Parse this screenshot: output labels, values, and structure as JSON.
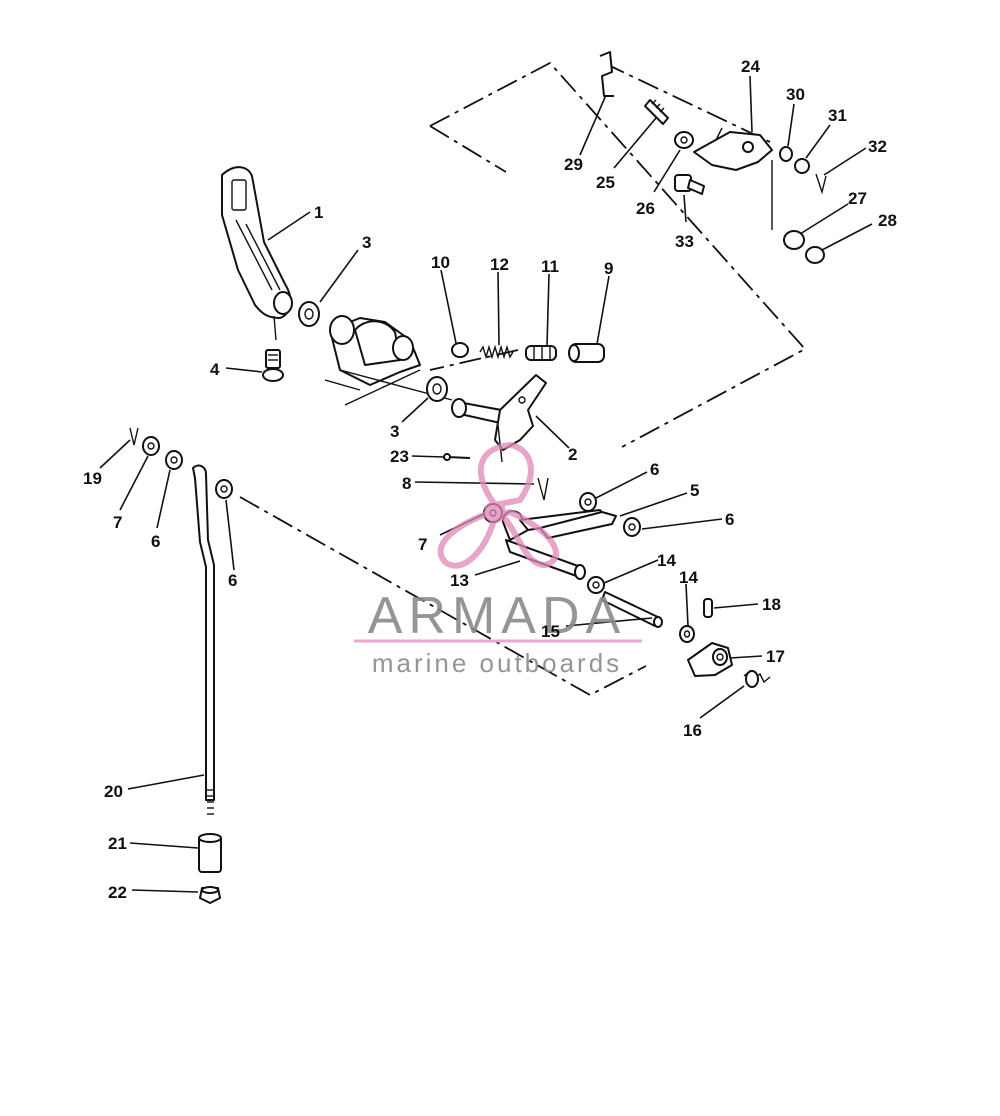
{
  "watermark": {
    "brand": "ARMADA",
    "tagline": "marine outboards",
    "colors": {
      "brand_text": "#8a8a8a",
      "logo_pink": "#e089b8",
      "line_pink": "#e9a9cc"
    }
  },
  "parts": {
    "p1": "1",
    "p2": "2",
    "p3a": "3",
    "p3b": "3",
    "p4": "4",
    "p5": "5",
    "p6a": "6",
    "p6b": "6",
    "p6c": "6",
    "p6d": "6",
    "p7a": "7",
    "p7b": "7",
    "p8": "8",
    "p9": "9",
    "p10": "10",
    "p11": "11",
    "p12": "12",
    "p13": "13",
    "p14a": "14",
    "p14b": "14",
    "p15": "15",
    "p16": "16",
    "p17": "17",
    "p18": "18",
    "p19": "19",
    "p20": "20",
    "p21": "21",
    "p22": "22",
    "p23": "23",
    "p24": "24",
    "p25": "25",
    "p26": "26",
    "p27": "27",
    "p28": "28",
    "p29": "29",
    "p30": "30",
    "p31": "31",
    "p32": "32",
    "p33": "33"
  }
}
